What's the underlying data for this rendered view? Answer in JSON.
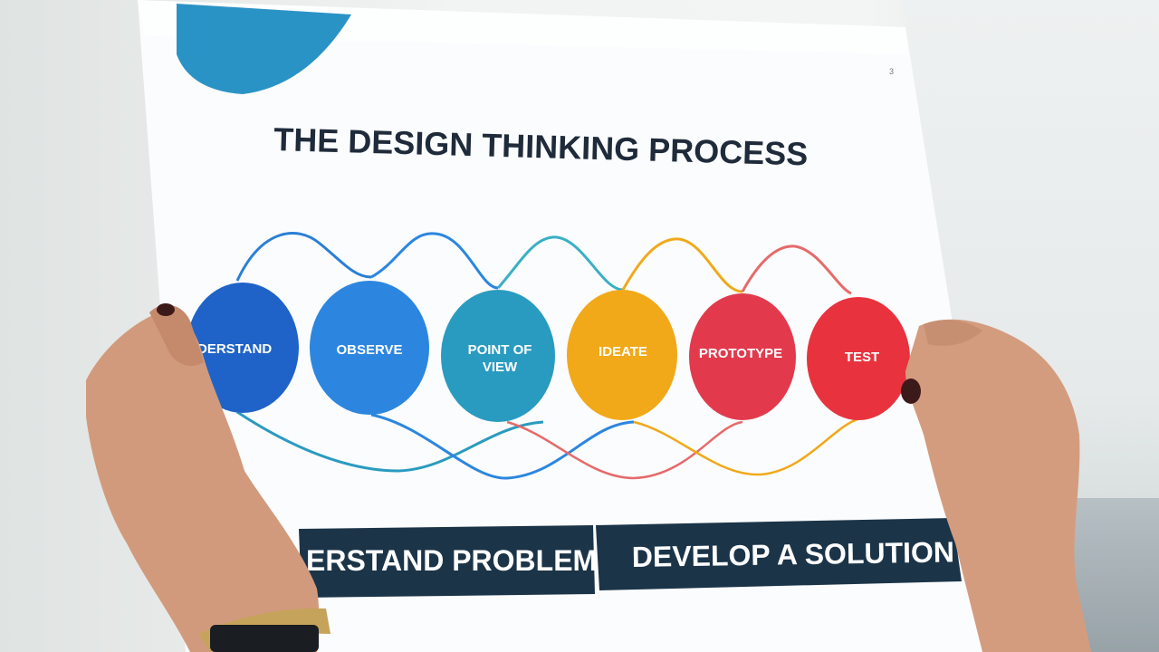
{
  "poster": {
    "title": "THE DESIGN THINKING PROCESS",
    "page_mark": "3",
    "stages": [
      {
        "label": "DERSTAND",
        "color": "#1f63c9"
      },
      {
        "label": "OBSERVE",
        "color": "#2c86e0"
      },
      {
        "label_line1": "POINT OF",
        "label_line2": "VIEW",
        "color": "#2a9bc0"
      },
      {
        "label": "IDEATE",
        "color": "#f1a91a"
      },
      {
        "label": "PROTOTYPE",
        "color": "#e23a4c"
      },
      {
        "label": "TEST",
        "color": "#e8333e"
      }
    ],
    "bands": {
      "left": "ERSTAND PROBLEM",
      "right": "DEVELOP A SOLUTION"
    },
    "colors": {
      "band": "#1b3448",
      "corner_shape": "#2a93c6",
      "title_text": "#1f2b3a"
    }
  }
}
